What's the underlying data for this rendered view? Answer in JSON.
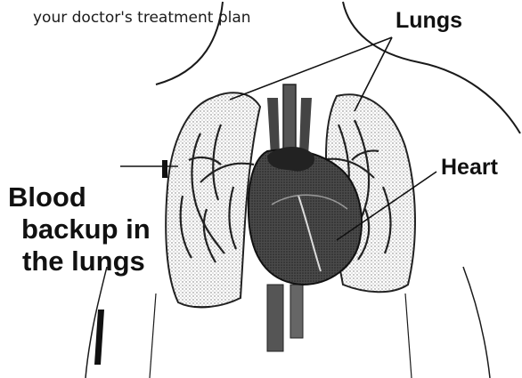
{
  "caption": "your doctor's treatment plan",
  "labels": {
    "lungs": "Lungs",
    "heart": "Heart",
    "blood_line1": "Blood",
    "blood_line2": "backup in",
    "blood_line3": "the lungs"
  },
  "colors": {
    "ink": "#111111",
    "stipple": "#555555",
    "heart_fill": "#3a3a3a"
  },
  "icons": [
    "anatomy-chest-illustration"
  ]
}
